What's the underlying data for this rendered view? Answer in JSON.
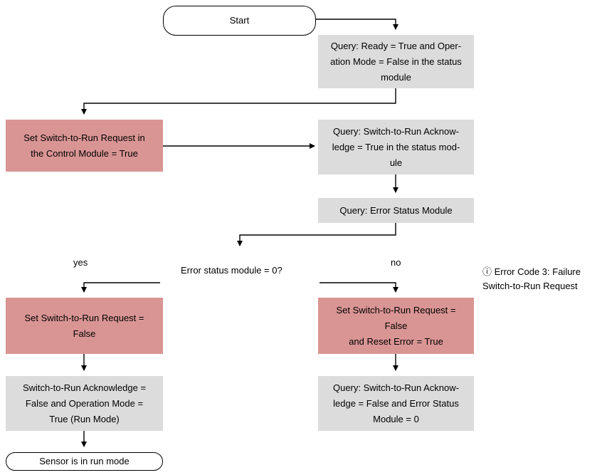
{
  "start": "Start",
  "q_ready": "Query: Ready = True and Oper-\nation Mode = False in the status\nmodule",
  "set_request_true": "Set Switch-to-Run Request in\nthe Control Module = True",
  "q_ack_true": "Query: Switch-to-Run Acknow-\nledge = True in the status mod-\nule",
  "q_error_status": "Query: Error Status Module",
  "decision": "Error status module = 0?",
  "branch_yes": "yes",
  "branch_no": "no",
  "info_note": "ⓘ Error Code 3: Failure\nSwitch-to-Run Request",
  "set_request_false": "Set Switch-to-Run Request =\nFalse",
  "set_request_false_reset": "Set Switch-to-Run Request =\nFalse\nand Reset Error = True",
  "ack_false_run_mode": "Switch-to-Run Acknowledge =\nFalse and Operation Mode =\nTrue (Run Mode)",
  "q_ack_false_error": "Query: Switch-to-Run Acknow-\nledge = False and Error Status\nModule = 0",
  "end": "Sensor is in run mode"
}
